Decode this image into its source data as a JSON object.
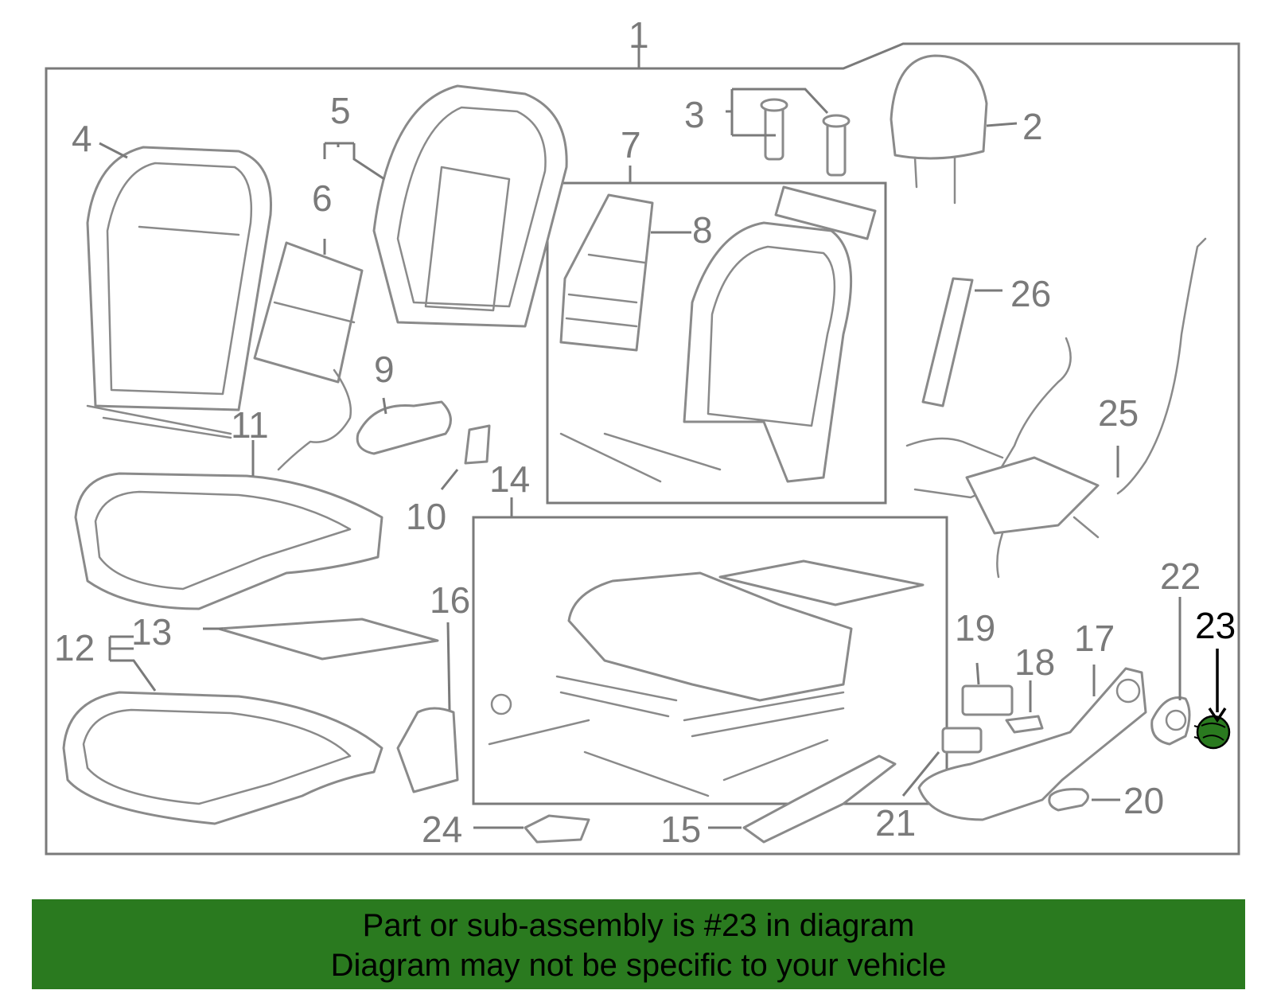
{
  "diagram": {
    "callouts": [
      "1",
      "2",
      "3",
      "4",
      "5",
      "6",
      "7",
      "8",
      "9",
      "10",
      "11",
      "12",
      "13",
      "14",
      "15",
      "16",
      "17",
      "18",
      "19",
      "20",
      "21",
      "22",
      "23",
      "24",
      "25",
      "26"
    ],
    "highlighted_callout": "23",
    "colors": {
      "line_art": "#8a8a8a",
      "label": "#7a7a7a",
      "highlight_fill": "#2a7a1f",
      "highlight_label": "#000000",
      "banner_bg": "#2a7a1f"
    }
  },
  "banner": {
    "line1": "Part or sub-assembly is #23 in diagram",
    "line2": "Diagram may not be specific to your vehicle"
  }
}
